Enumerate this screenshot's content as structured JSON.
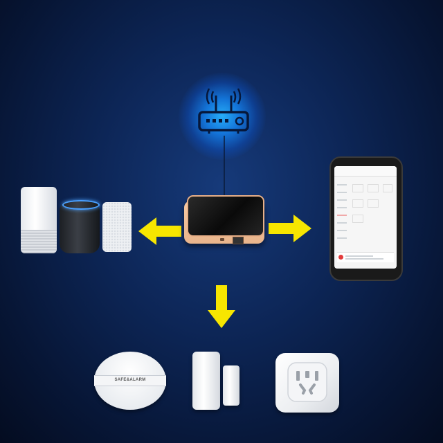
{
  "nodes": {
    "router": {
      "icon": "wifi-router-icon",
      "color": "#29b6ff"
    },
    "hub": {
      "icon": "smart-gateway-icon"
    },
    "phone": {
      "icon": "smartphone-app-icon"
    },
    "speakers": {
      "icon": "smart-speaker-icon"
    },
    "alarm": {
      "icon": "smoke-alarm-icon",
      "label": "SAFE&ALARM"
    },
    "door_sensor": {
      "icon": "door-sensor-icon"
    },
    "smart_plug": {
      "icon": "smart-plug-icon"
    }
  },
  "edges": [
    {
      "from": "router",
      "to": "hub",
      "style": "line"
    },
    {
      "from": "hub",
      "to": "speakers",
      "style": "arrow"
    },
    {
      "from": "hub",
      "to": "phone",
      "style": "arrow"
    },
    {
      "from": "hub",
      "to": "sensors",
      "style": "arrow"
    }
  ],
  "colors": {
    "arrow": "#f7e600",
    "background": "#0d2657",
    "hub_accent": "#e8b088"
  }
}
